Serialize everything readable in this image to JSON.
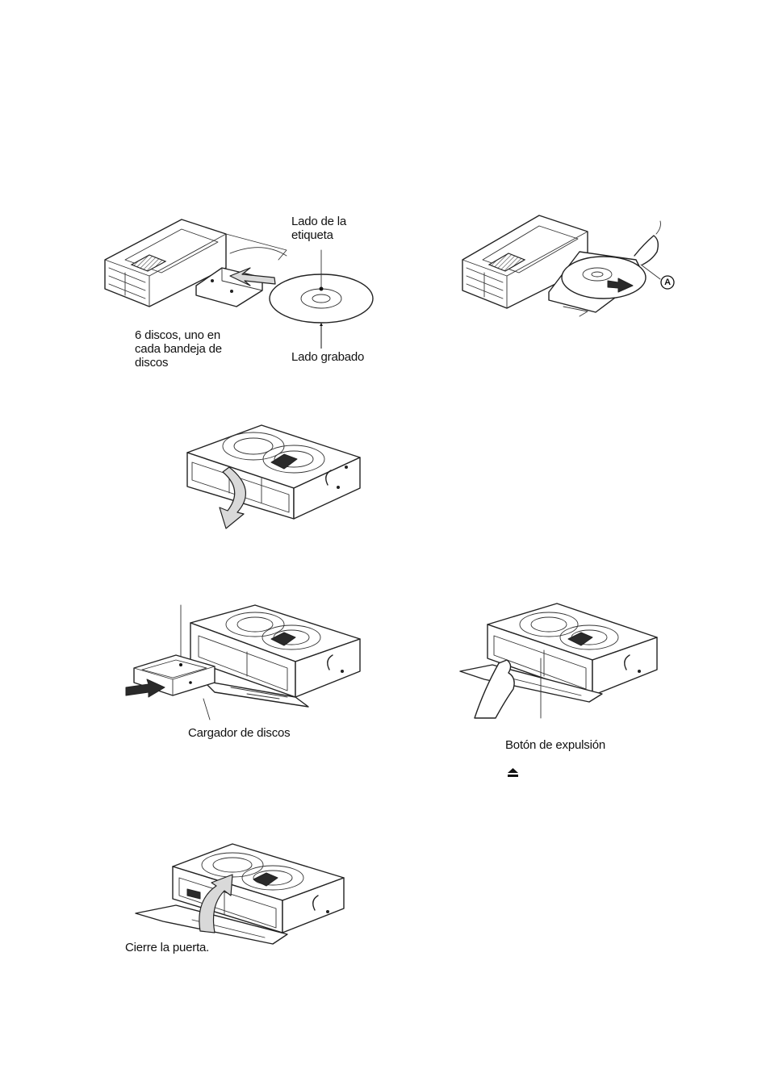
{
  "figures": {
    "load_discs": {
      "label_side_label": "Lado de la\netiqueta",
      "recorded_side_label": "Lado grabado",
      "caption": "6 discos, uno en\ncada bandeja de\ndiscos"
    },
    "remove_disc": {
      "marker_label": "A"
    },
    "open_door": {},
    "insert_magazine": {
      "caption": "Cargador de discos"
    },
    "eject": {
      "caption": "Botón de expulsión",
      "eject_symbol": "≜"
    },
    "close_door": {
      "caption": "Cierre la puerta."
    }
  },
  "colors": {
    "ink": "#111111",
    "paper": "#ffffff",
    "shading": "#d9d9d9"
  }
}
